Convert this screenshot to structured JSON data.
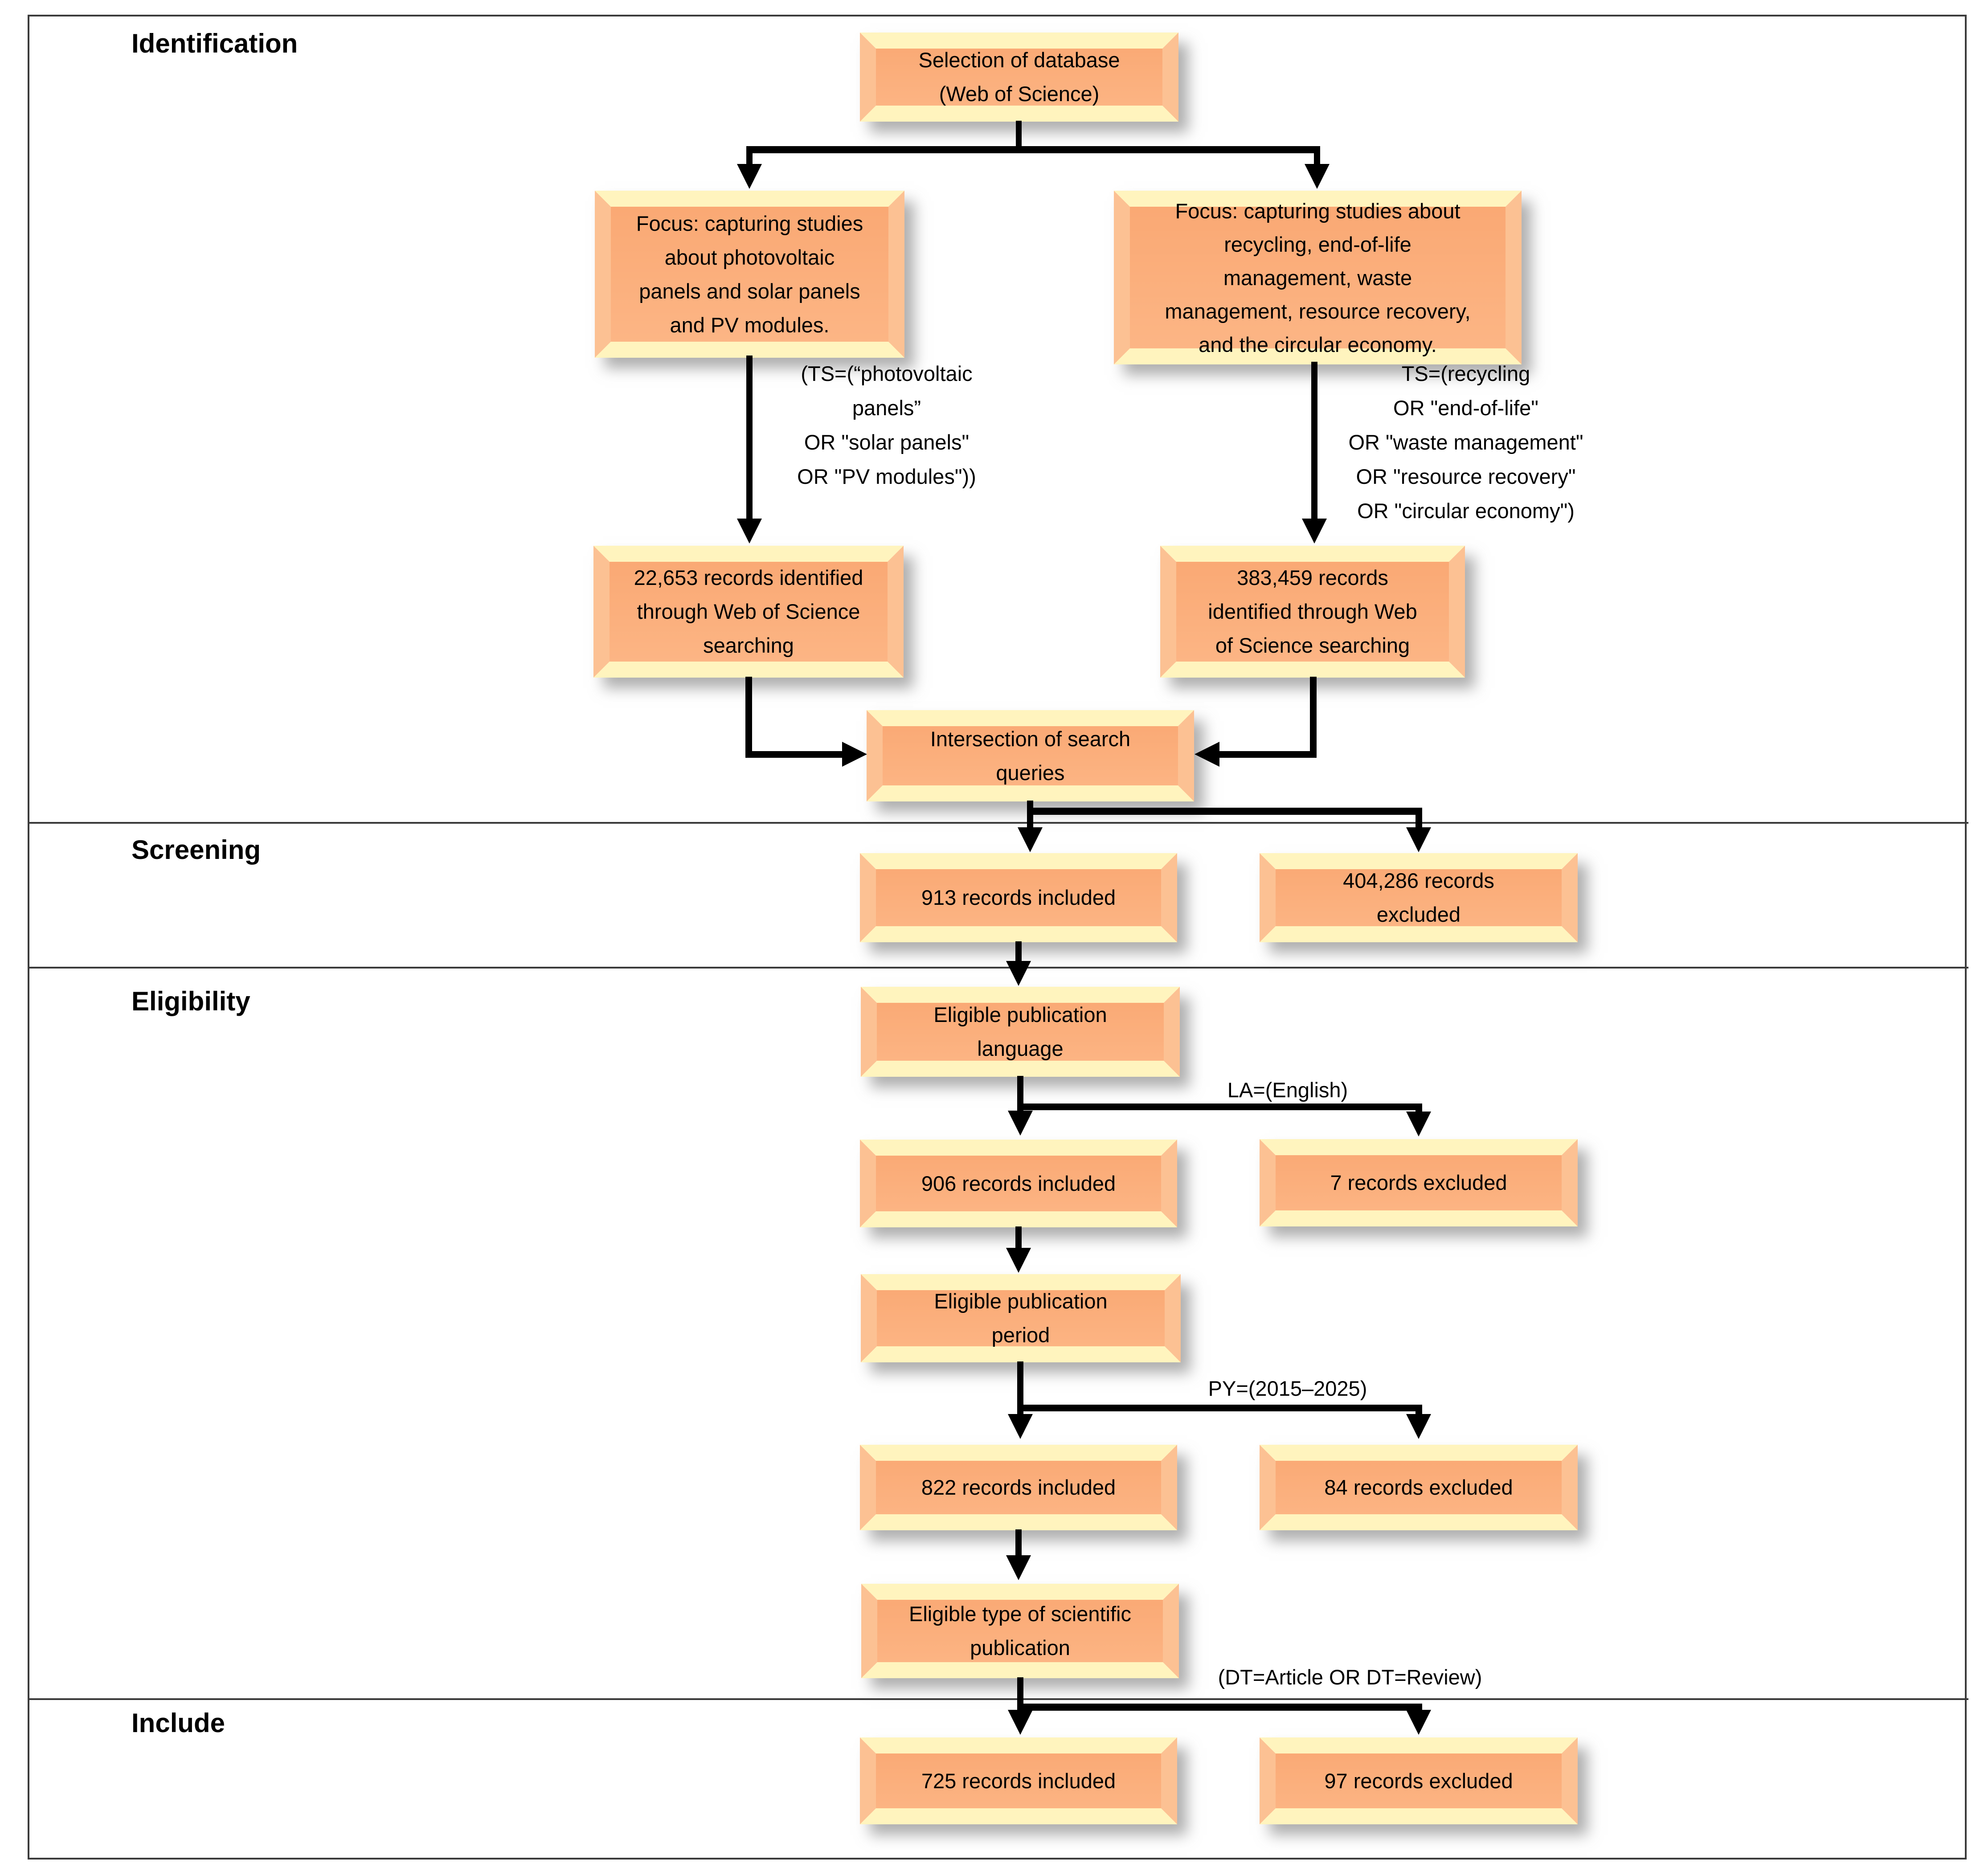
{
  "sections": [
    {
      "label": "Identification"
    },
    {
      "label": "Screening"
    },
    {
      "label": "Eligibility"
    },
    {
      "label": "Include"
    }
  ],
  "identification": {
    "database_box": [
      "Selection of database",
      "(Web of Science)"
    ],
    "focus_left_box": [
      "Focus: capturing studies",
      "about photovoltaic",
      "panels and solar panels",
      "and PV modules."
    ],
    "focus_right_box": [
      "Focus: capturing studies about",
      "recycling, end-of-life",
      "management, waste",
      "management, resource recovery,",
      "and the circular economy."
    ],
    "query_left": [
      "(TS=(“photovoltaic",
      "panels”",
      "OR \"solar panels\"",
      "OR \"PV modules\"))"
    ],
    "query_right": [
      "TS=(recycling",
      "OR \"end-of-life\"",
      "OR \"waste management\"",
      "OR \"resource recovery\"",
      "OR \"circular economy\")"
    ],
    "records_left_box": [
      "22,653 records identified",
      "through Web of Science",
      "searching"
    ],
    "records_right_box": [
      "383,459 records",
      "identified through Web",
      "of Science searching"
    ],
    "intersection_box": [
      "Intersection of search",
      "queries"
    ]
  },
  "screening": {
    "included_box": "913 records included",
    "excluded_box": [
      "404,286 records",
      "excluded"
    ]
  },
  "eligibility": {
    "language_box": [
      "Eligible publication",
      "language"
    ],
    "language_filter": "LA=(English)",
    "language_included_box": "906 records included",
    "language_excluded_box": "7 records excluded",
    "period_box": [
      "Eligible publication",
      "period"
    ],
    "period_filter": "PY=(2015–2025)",
    "period_included_box": "822 records included",
    "period_excluded_box": "84 records excluded",
    "type_box": [
      "Eligible type of scientific",
      "publication"
    ],
    "type_filter": "(DT=Article OR DT=Review)"
  },
  "include": {
    "included_box": "725 records included",
    "excluded_box": "97 records excluded"
  },
  "colors": {
    "box_fill": "#FBAE7B",
    "box_bevel_light": "#FFF4BE",
    "box_bevel_side": "#FCC193",
    "frame_border": "#3B3B3B",
    "arrow": "#000000"
  }
}
